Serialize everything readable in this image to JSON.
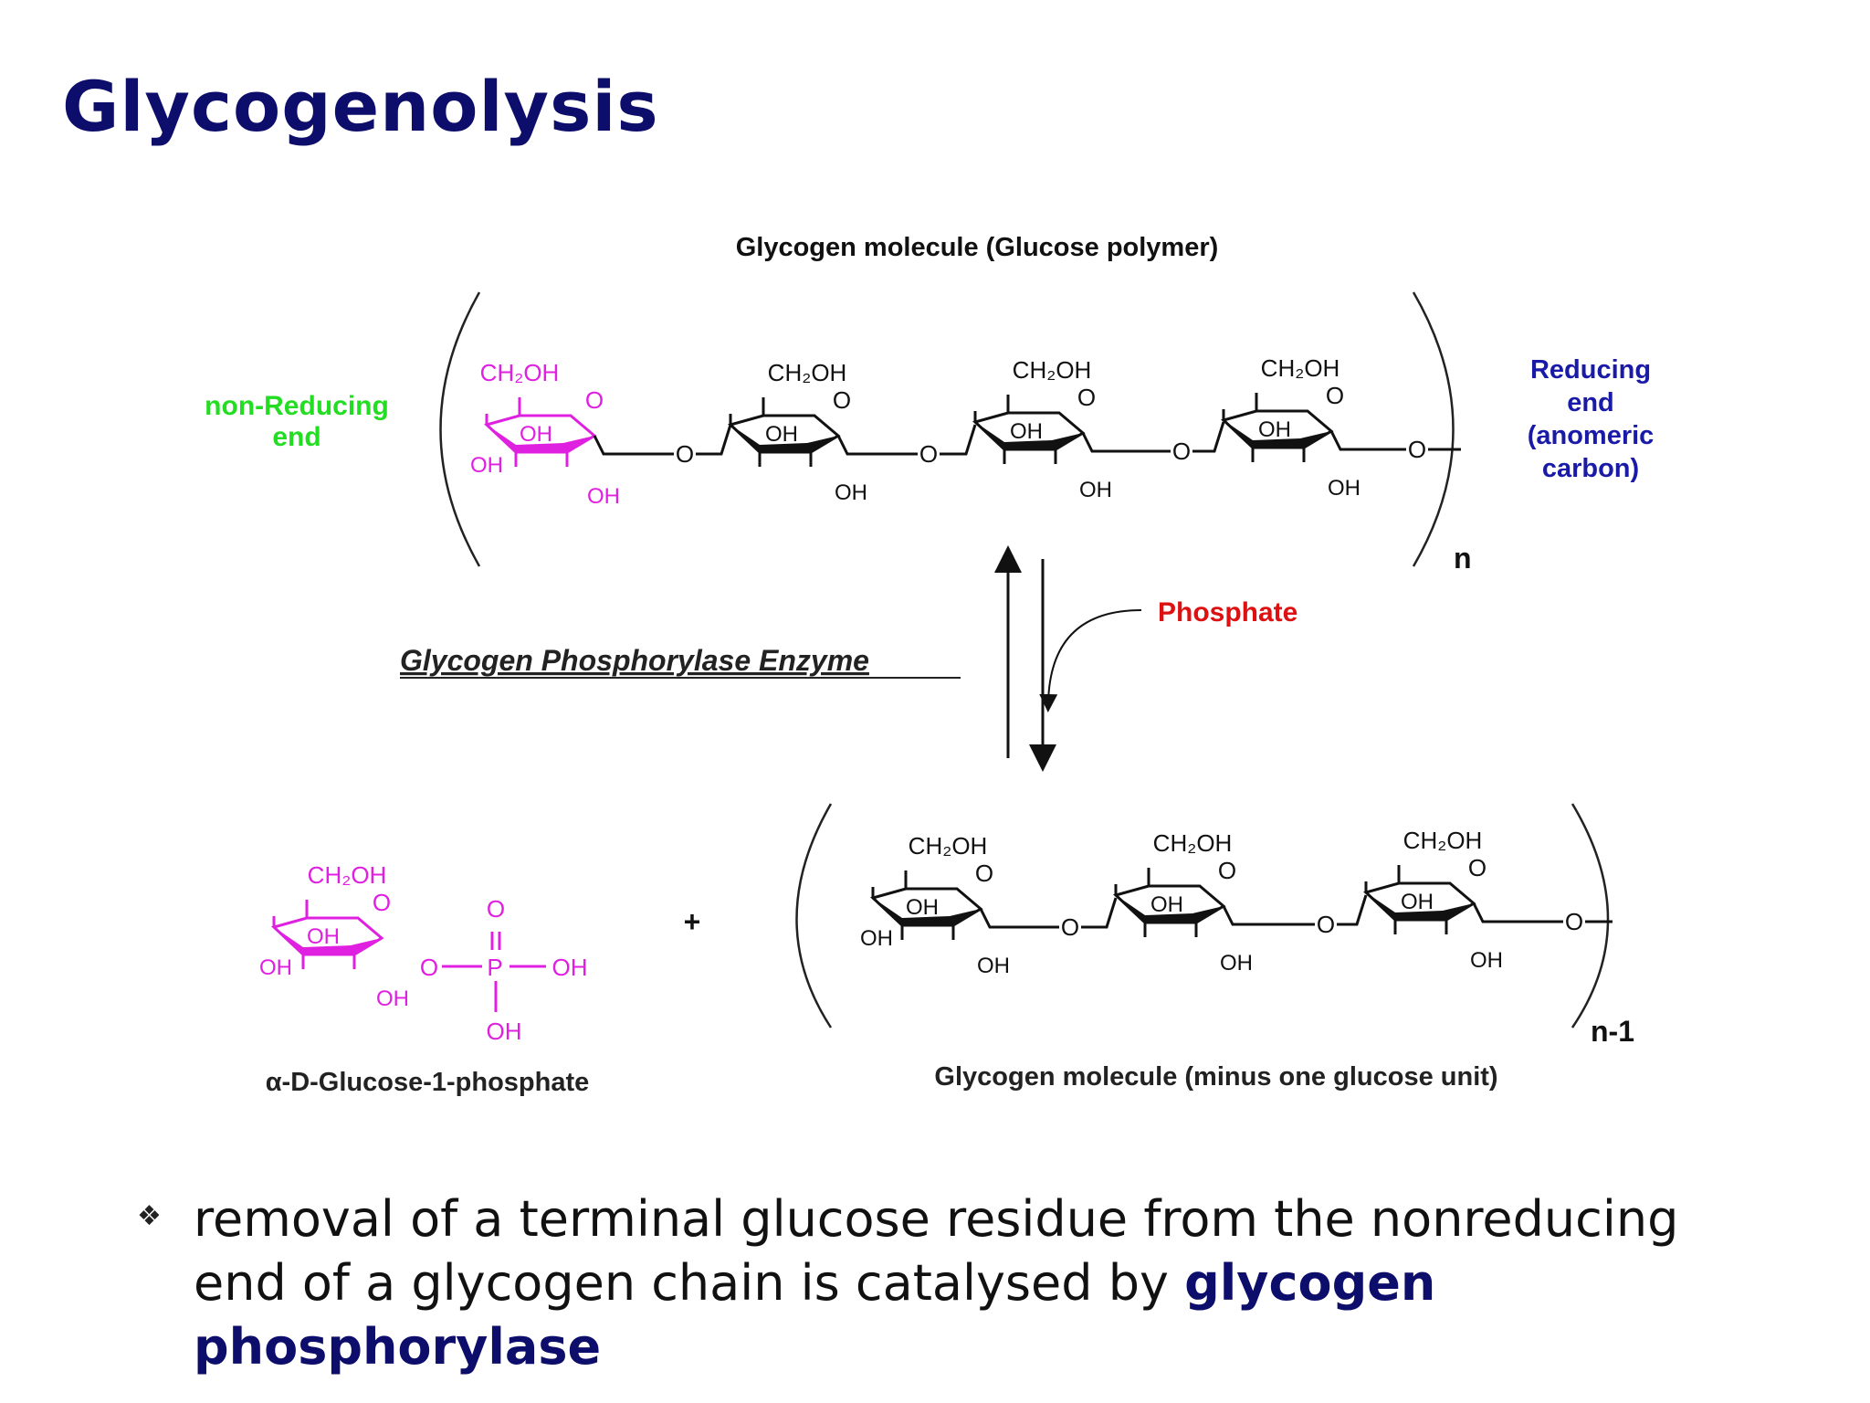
{
  "slide": {
    "title": "Glycogenolysis"
  },
  "diagram": {
    "top_title": "Glycogen molecule (Glucose polymer)",
    "non_reducing_line1": "non-Reducing",
    "non_reducing_line2": "end",
    "reducing_line1": "Reducing",
    "reducing_line2": "end",
    "reducing_line3": "(anomeric",
    "reducing_line4": "carbon)",
    "n_label": "n",
    "n_minus_1_label": "n-1",
    "enzyme_label": "Glycogen Phosphorylase Enzyme",
    "phosphate_label": "Phosphate",
    "plus_sign": "+",
    "product_left_label": "α-D-Glucose-1-phosphate",
    "product_right_label": "Glycogen molecule (minus one glucose unit)",
    "ch2oh_label": "CH₂OH",
    "oh_label": "OH",
    "o_label": "O",
    "p_label": "P",
    "colors": {
      "magenta": "#e020e0",
      "green": "#22dd22",
      "blue": "#1a1aa8",
      "red": "#dd1111",
      "black": "#111111"
    }
  },
  "bullet": {
    "icon": "diamond-bullet-icon",
    "symbol": "❖",
    "text_line1": "removal of a terminal glucose residue from the nonreducing",
    "text_line2_plain": "end of a glycogen chain is catalysed by ",
    "text_line2_bold": "glycogen phosphorylase"
  }
}
